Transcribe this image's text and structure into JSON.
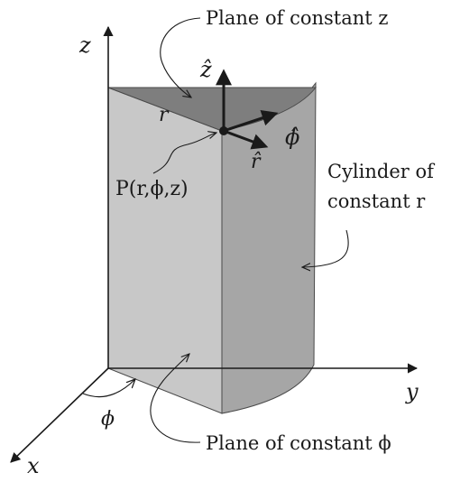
{
  "labels": {
    "axis_x": "x",
    "axis_y": "y",
    "axis_z": "z",
    "plane_constant_z": "Plane of constant z",
    "plane_constant_phi": "Plane of constant ϕ",
    "cylinder_line1": "Cylinder of",
    "cylinder_line2": "constant r",
    "point": "P(r,ϕ,z)",
    "radius": "r",
    "phi_angle": "ϕ",
    "unit_z": "ẑ",
    "unit_phi": "ϕ̂",
    "unit_r": "r̂"
  },
  "colors": {
    "front_face": "#c8c8c8",
    "right_face": "#a6a6a6",
    "top_face": "#7e7e7e",
    "line": "#1a1a1a",
    "background": "#ffffff"
  }
}
